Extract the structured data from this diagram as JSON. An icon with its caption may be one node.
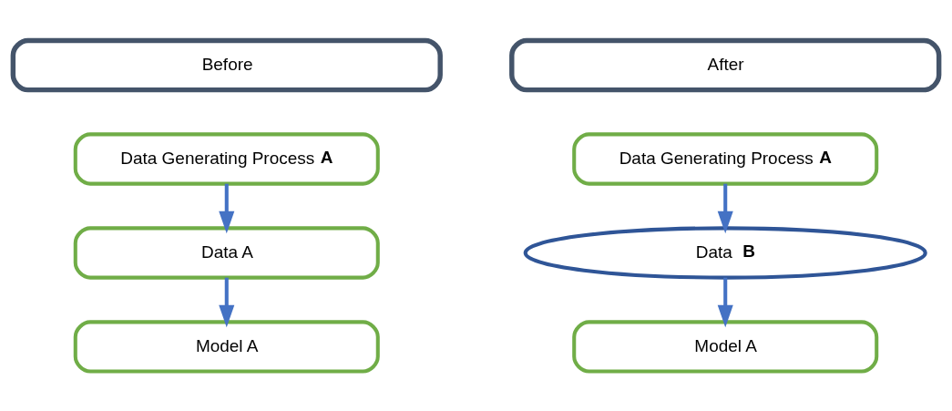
{
  "diagram": {
    "nodes": [
      {
        "text": [
          "Before"
        ]
      },
      {
        "text": [
          "After"
        ]
      },
      {
        "text": [
          "Data Generating Process **A**"
        ]
      },
      {
        "text": [
          "Data A"
        ]
      },
      {
        "text": [
          "Model A"
        ]
      },
      {
        "text": [
          "Data Generating Process **A**"
        ]
      },
      {
        "text": [
          "Data **B**"
        ]
      },
      {
        "text": [
          "Model A"
        ]
      }
    ],
    "edges": [
      {
        "from": 2,
        "to": 3,
        "arrow": "to"
      },
      {
        "from": 3,
        "to": 4,
        "arrow": "to"
      },
      {
        "from": 5,
        "to": 6,
        "arrow": "to"
      },
      {
        "from": 6,
        "to": 7,
        "arrow": "to"
      }
    ]
  }
}
